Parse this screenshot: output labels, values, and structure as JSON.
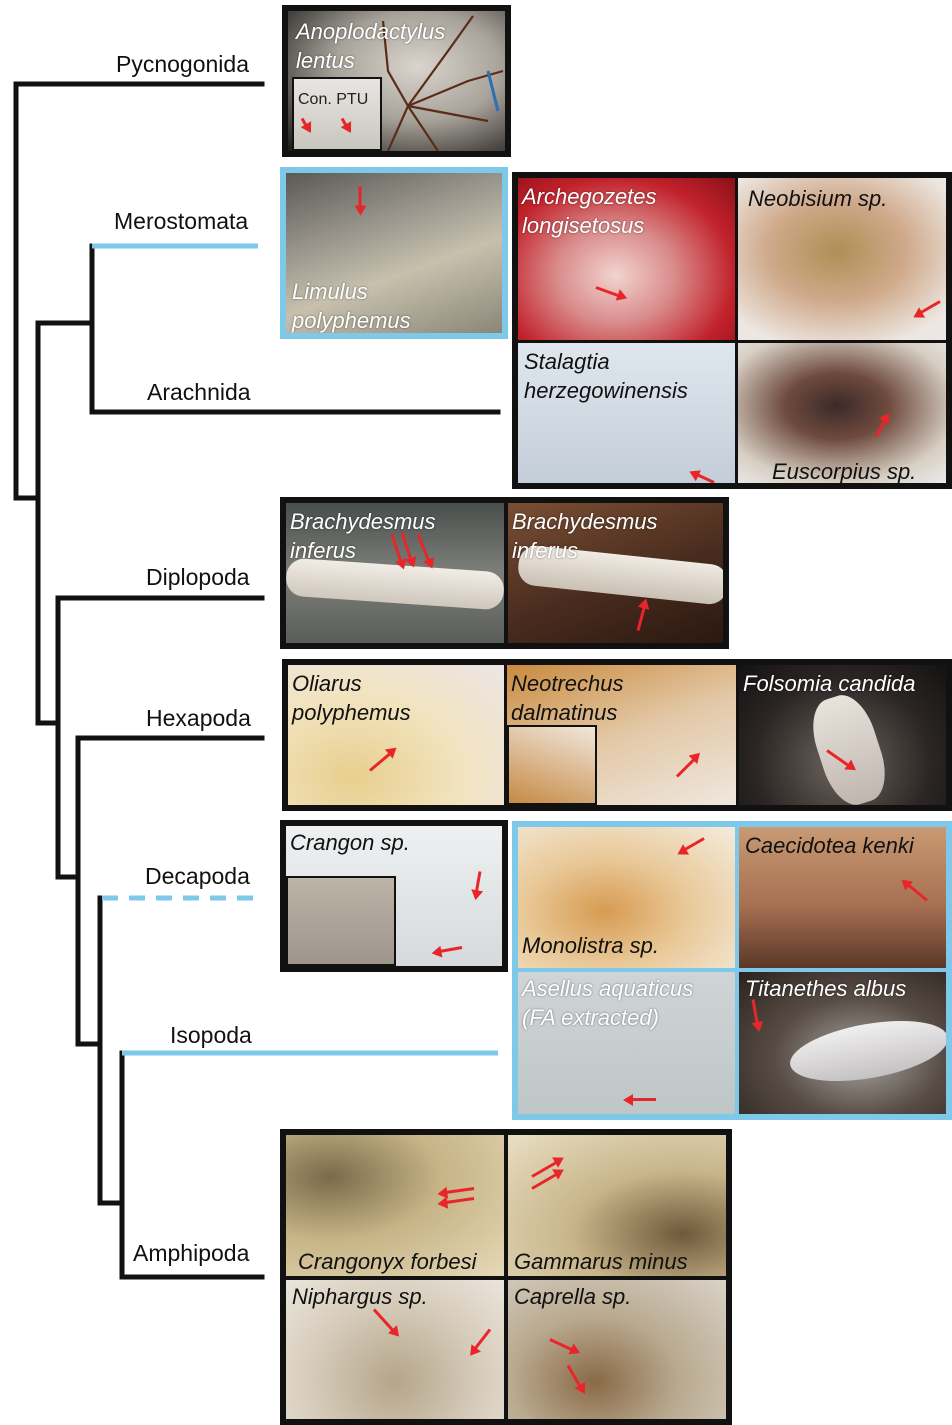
{
  "colors": {
    "branch": "#111111",
    "highlight": "#7ec8ea",
    "arrow": "#e8262a"
  },
  "taxa": [
    {
      "key": "pycnogonida",
      "label": "Pycnogonida"
    },
    {
      "key": "merostomata",
      "label": "Merostomata"
    },
    {
      "key": "arachnida",
      "label": "Arachnida"
    },
    {
      "key": "diplopoda",
      "label": "Diplopoda"
    },
    {
      "key": "hexapoda",
      "label": "Hexapoda"
    },
    {
      "key": "decapoda",
      "label": "Decapoda"
    },
    {
      "key": "isopoda",
      "label": "Isopoda"
    },
    {
      "key": "amphipoda",
      "label": "Amphipoda"
    }
  ],
  "photos": {
    "anoplodactylus": "Anoplodactylus\nlentus",
    "con_ptu": "Con. PTU",
    "limulus": "Limulus\npolyphemus",
    "archegozetes": "Archegozetes\nlongisetosus",
    "neobisium": "Neobisium sp.",
    "stalagtia": "Stalagtia\nherzegowinensis",
    "euscorpius": "Euscorpius sp.",
    "brachydesmus_1": "Brachydesmus\ninferus",
    "brachydesmus_2": "Brachydesmus\ninferus",
    "oliarus": "Oliarus\npolyphemus",
    "neotrechus": "Neotrechus\ndalmatinus",
    "folsomia": "Folsomia candida",
    "crangon": "Crangon sp.",
    "monolistra": "Monolistra sp.",
    "caecidotea": "Caecidotea kenki",
    "asellus": "Asellus aquaticus\n(FA extracted)",
    "titanethes": "Titanethes albus",
    "crangonyx": "Crangonyx forbesi",
    "gammarus": "Gammarus minus",
    "niphargus": "Niphargus sp.",
    "caprella": "Caprella sp."
  }
}
